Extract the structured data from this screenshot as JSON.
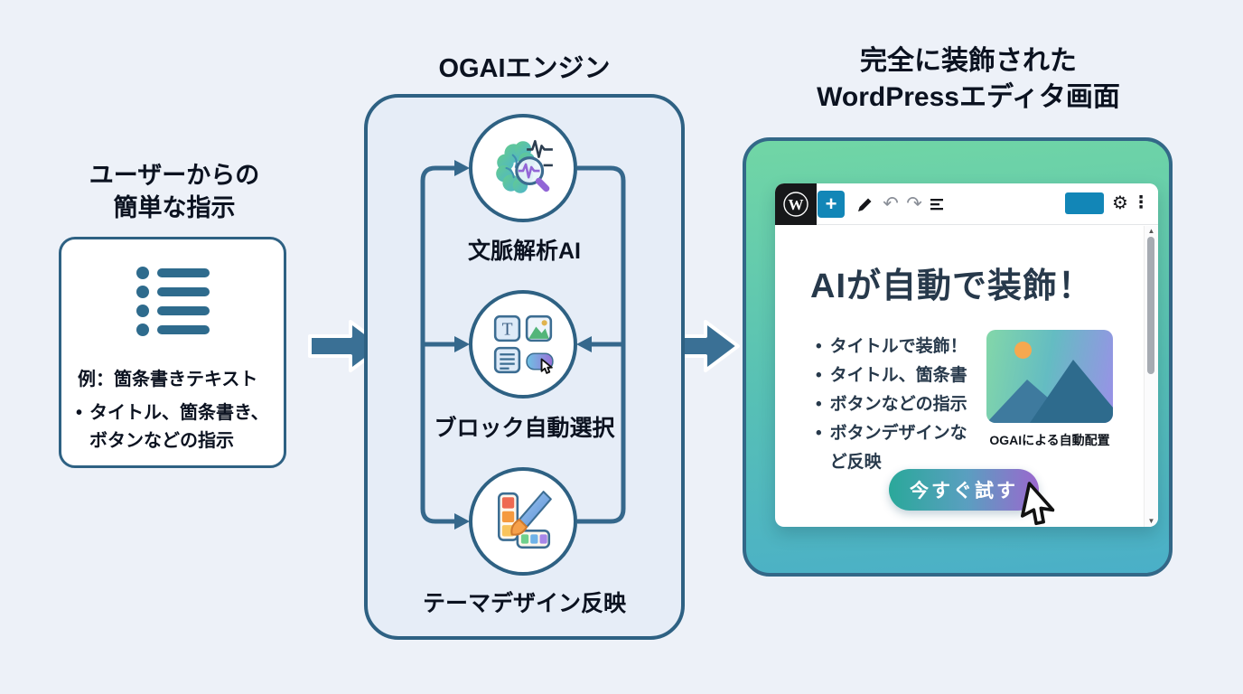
{
  "glyphs": {
    "bullet": "•",
    "plus": "+",
    "undo": "↶",
    "redo": "↷",
    "gear": "⚙",
    "kebab": "⋮",
    "scroll_up": "▲",
    "scroll_down": "▼",
    "block_t": "T"
  },
  "left_panel": {
    "title_lines": [
      "ユーザーからの",
      "簡単な指示"
    ],
    "icon": "bulleted-list-icon",
    "example_label": "例：箇条書きテキスト",
    "bullet_item": "タイトル、箇条書き、ボタンなどの指示"
  },
  "engine": {
    "title": "OGAIエンジン",
    "steps": [
      {
        "label": "文脈解析AI",
        "icon": "brain-analysis-icon"
      },
      {
        "label": "ブロック自動選択",
        "icon": "blocks-icon"
      },
      {
        "label": "テーマデザイン反映",
        "icon": "theme-palette-icon"
      }
    ]
  },
  "result_panel": {
    "title_lines": [
      "完全に装飾された",
      "WordPressエディタ画面"
    ],
    "editor": {
      "logo_letter": "W",
      "toolbar_icons": [
        "wordpress-logo",
        "block-inserter",
        "pencil",
        "undo",
        "redo",
        "document-overview",
        "publish-button",
        "gear",
        "kebab"
      ],
      "heading": "AIが自動で装飾！",
      "bullets": [
        "タイトルで装飾！",
        "タイトル、箇条書",
        "ボタンなどの指示",
        "ボタンデザインなど反映"
      ],
      "image_caption": "OGAIによる自動配置",
      "cta_label": "今すぐ試す"
    }
  },
  "colors": {
    "background": "#edf1f8",
    "line_blue": "#2e6183",
    "arrow_blue": "#3a7095",
    "engine_fill": "#e6edf7",
    "container_gradient_top": "#71d6a5",
    "container_gradient_bottom": "#4aafc8",
    "wp_blue": "#1286b7",
    "heading_text": "#27394b",
    "cta_gradient_start": "#2aa89a",
    "cta_gradient_end": "#9b67ce"
  }
}
